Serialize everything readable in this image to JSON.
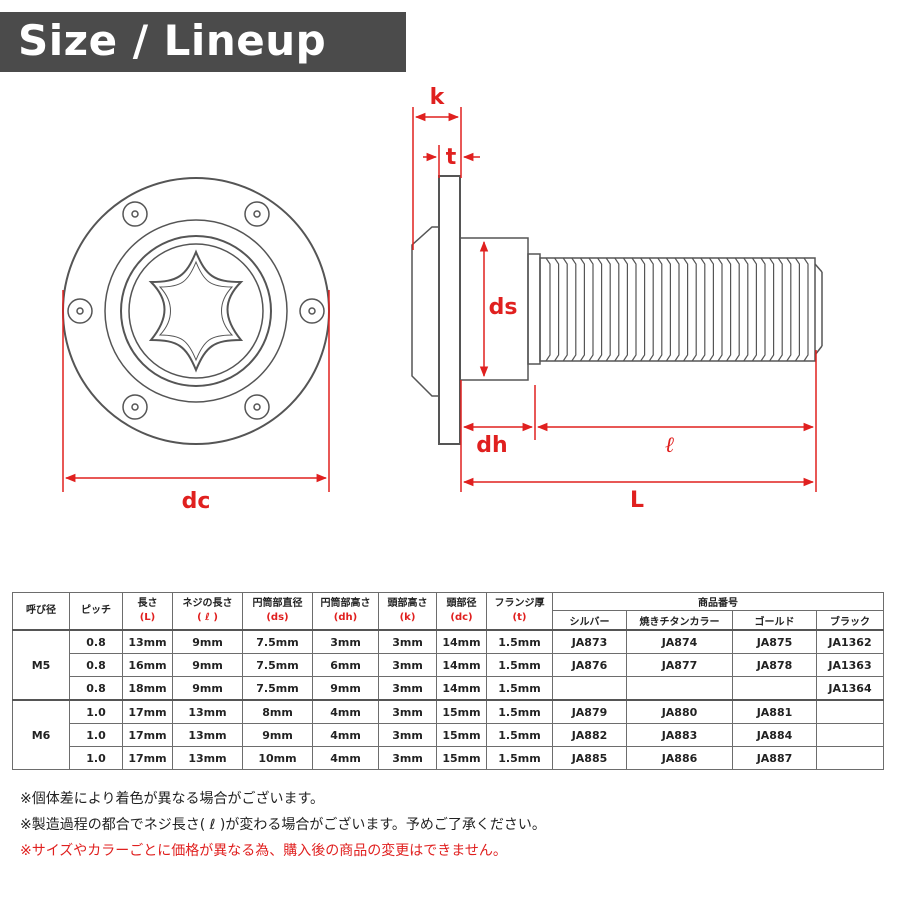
{
  "header": {
    "title": "Size / Lineup"
  },
  "diagram": {
    "labels": {
      "k": "k",
      "t": "t",
      "ds": "ds",
      "dh": "dh",
      "l": "ℓ",
      "L": "L",
      "dc": "dc"
    },
    "colors": {
      "dimension_line": "#e0201f",
      "outline": "#555555",
      "label": "#e0201f"
    }
  },
  "table": {
    "headers": {
      "nominal": "呼び径",
      "pitch": "ピッチ",
      "length": "長さ",
      "length_sym": "(L)",
      "thread_length": "ネジの長さ",
      "thread_length_sym": "( ℓ )",
      "cyl_dia": "円筒部直径",
      "cyl_dia_sym": "(ds)",
      "cyl_height": "円筒部高さ",
      "cyl_height_sym": "(dh)",
      "head_height": "頭部高さ",
      "head_height_sym": "(k)",
      "head_dia": "頭部径",
      "head_dia_sym": "(dc)",
      "flange": "フランジ厚",
      "flange_sym": "(t)",
      "product_no": "商品番号",
      "silver": "シルバー",
      "burnt": "焼きチタンカラー",
      "gold": "ゴールド",
      "black": "ブラック"
    },
    "groups": [
      {
        "nominal": "M5",
        "rows": [
          {
            "pitch": "0.8",
            "L": "13mm",
            "l": "9mm",
            "ds": "7.5mm",
            "dh": "3mm",
            "k": "3mm",
            "dc": "14mm",
            "t": "1.5mm",
            "silver": "JA873",
            "burnt": "JA874",
            "gold": "JA875",
            "black": "JA1362"
          },
          {
            "pitch": "0.8",
            "L": "16mm",
            "l": "9mm",
            "ds": "7.5mm",
            "dh": "6mm",
            "k": "3mm",
            "dc": "14mm",
            "t": "1.5mm",
            "silver": "JA876",
            "burnt": "JA877",
            "gold": "JA878",
            "black": "JA1363"
          },
          {
            "pitch": "0.8",
            "L": "18mm",
            "l": "9mm",
            "ds": "7.5mm",
            "dh": "9mm",
            "k": "3mm",
            "dc": "14mm",
            "t": "1.5mm",
            "silver": "",
            "burnt": "",
            "gold": "",
            "black": "JA1364"
          }
        ]
      },
      {
        "nominal": "M6",
        "rows": [
          {
            "pitch": "1.0",
            "L": "17mm",
            "l": "13mm",
            "ds": "8mm",
            "dh": "4mm",
            "k": "3mm",
            "dc": "15mm",
            "t": "1.5mm",
            "silver": "JA879",
            "burnt": "JA880",
            "gold": "JA881",
            "black": ""
          },
          {
            "pitch": "1.0",
            "L": "17mm",
            "l": "13mm",
            "ds": "9mm",
            "dh": "4mm",
            "k": "3mm",
            "dc": "15mm",
            "t": "1.5mm",
            "silver": "JA882",
            "burnt": "JA883",
            "gold": "JA884",
            "black": ""
          },
          {
            "pitch": "1.0",
            "L": "17mm",
            "l": "13mm",
            "ds": "10mm",
            "dh": "4mm",
            "k": "3mm",
            "dc": "15mm",
            "t": "1.5mm",
            "silver": "JA885",
            "burnt": "JA886",
            "gold": "JA887",
            "black": ""
          }
        ]
      }
    ]
  },
  "notes": [
    {
      "text": "※個体差により着色が異なる場合がございます。",
      "red": false
    },
    {
      "text": "※製造過程の都合でネジ長さ( ℓ )が変わる場合がございます。予めご了承ください。",
      "red": false
    },
    {
      "text": "※サイズやカラーごとに価格が異なる為、購入後の商品の変更はできません。",
      "red": true
    }
  ]
}
